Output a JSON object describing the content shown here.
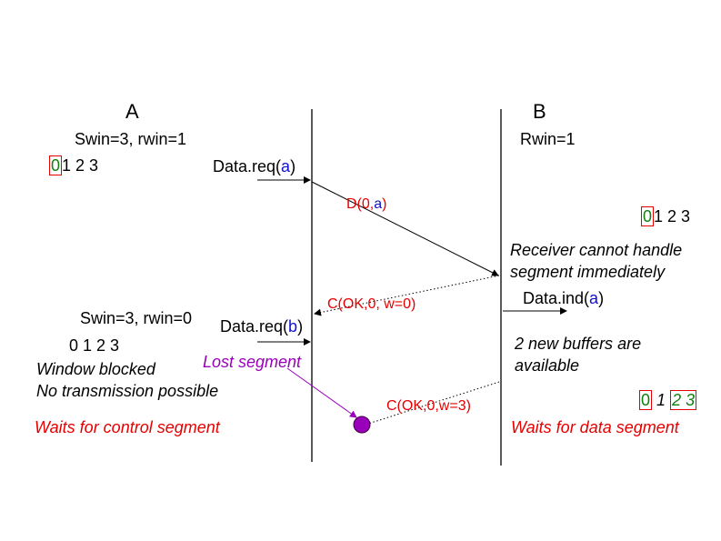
{
  "entities": {
    "a": "A",
    "b": "B"
  },
  "sender": {
    "window1": "Swin=3, rwin=1",
    "seq1": {
      "boxed": "0",
      "rest": "1 2 3"
    },
    "req1": {
      "prefix": "Data.req(",
      "arg": "a",
      "suffix": ")"
    },
    "window2": "Swin=3, rwin=0",
    "req2": {
      "prefix": "Data.req(",
      "arg": "b",
      "suffix": ")"
    },
    "seq2": "0 1 2 3",
    "blocked1": "Window blocked",
    "blocked2": "No transmission possible",
    "waits": "Waits for control segment",
    "lost": "Lost segment"
  },
  "receiver": {
    "rwin": "Rwin=1",
    "seq1": {
      "boxed": "0",
      "rest": "1 2 3"
    },
    "note1": "Receiver cannot handle",
    "note2": "segment immediately",
    "ind": {
      "prefix": "Data.ind(",
      "arg": "a",
      "suffix": ")"
    },
    "buf1": "2 new buffers are",
    "buf2": "available",
    "seq2": {
      "first": "0",
      "mid": "1",
      "boxed": "2 3"
    },
    "waits": "Waits for data segment"
  },
  "messages": {
    "d": {
      "prefix": "D(0,",
      "arg": "a",
      "suffix": ")"
    },
    "c1": "C(OK,0, w=0)",
    "c2": "C(OK,0,w=3)"
  },
  "colors": {
    "red": "#e60000",
    "blue": "#1010d0",
    "green": "#108010",
    "purple": "#9900bb"
  }
}
